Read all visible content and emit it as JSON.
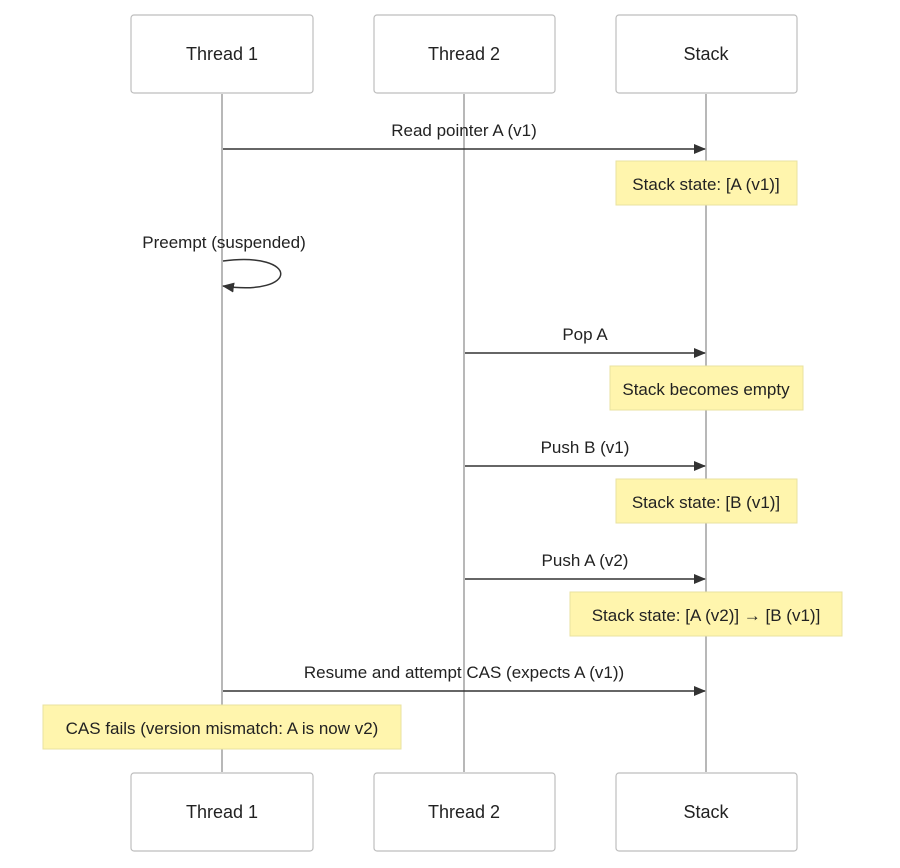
{
  "colors": {
    "note_fill": "#fff5ad",
    "arrow": "#333333"
  },
  "actors": [
    {
      "id": "t1",
      "label": "Thread 1"
    },
    {
      "id": "t2",
      "label": "Thread 2"
    },
    {
      "id": "stack",
      "label": "Stack"
    }
  ],
  "messages": [
    {
      "from": "t1",
      "to": "stack",
      "label": "Read pointer A (v1)"
    },
    {
      "from": "t1",
      "to": "t1",
      "label": "Preempt (suspended)"
    },
    {
      "from": "t2",
      "to": "stack",
      "label": "Pop A"
    },
    {
      "from": "t2",
      "to": "stack",
      "label": "Push B (v1)"
    },
    {
      "from": "t2",
      "to": "stack",
      "label": "Push A (v2)"
    },
    {
      "from": "t1",
      "to": "stack",
      "label": "Resume and attempt CAS (expects A (v1))"
    }
  ],
  "notes": [
    {
      "over": "stack",
      "label": "Stack state: [A (v1)]"
    },
    {
      "over": "stack",
      "label": "Stack becomes empty"
    },
    {
      "over": "stack",
      "label": "Stack state: [B (v1)]"
    },
    {
      "over": "stack",
      "label": "Stack state: [A (v2)] → [B (v1)]"
    },
    {
      "over": "t1",
      "label": "CAS fails (version mismatch: A is now v2)"
    }
  ]
}
